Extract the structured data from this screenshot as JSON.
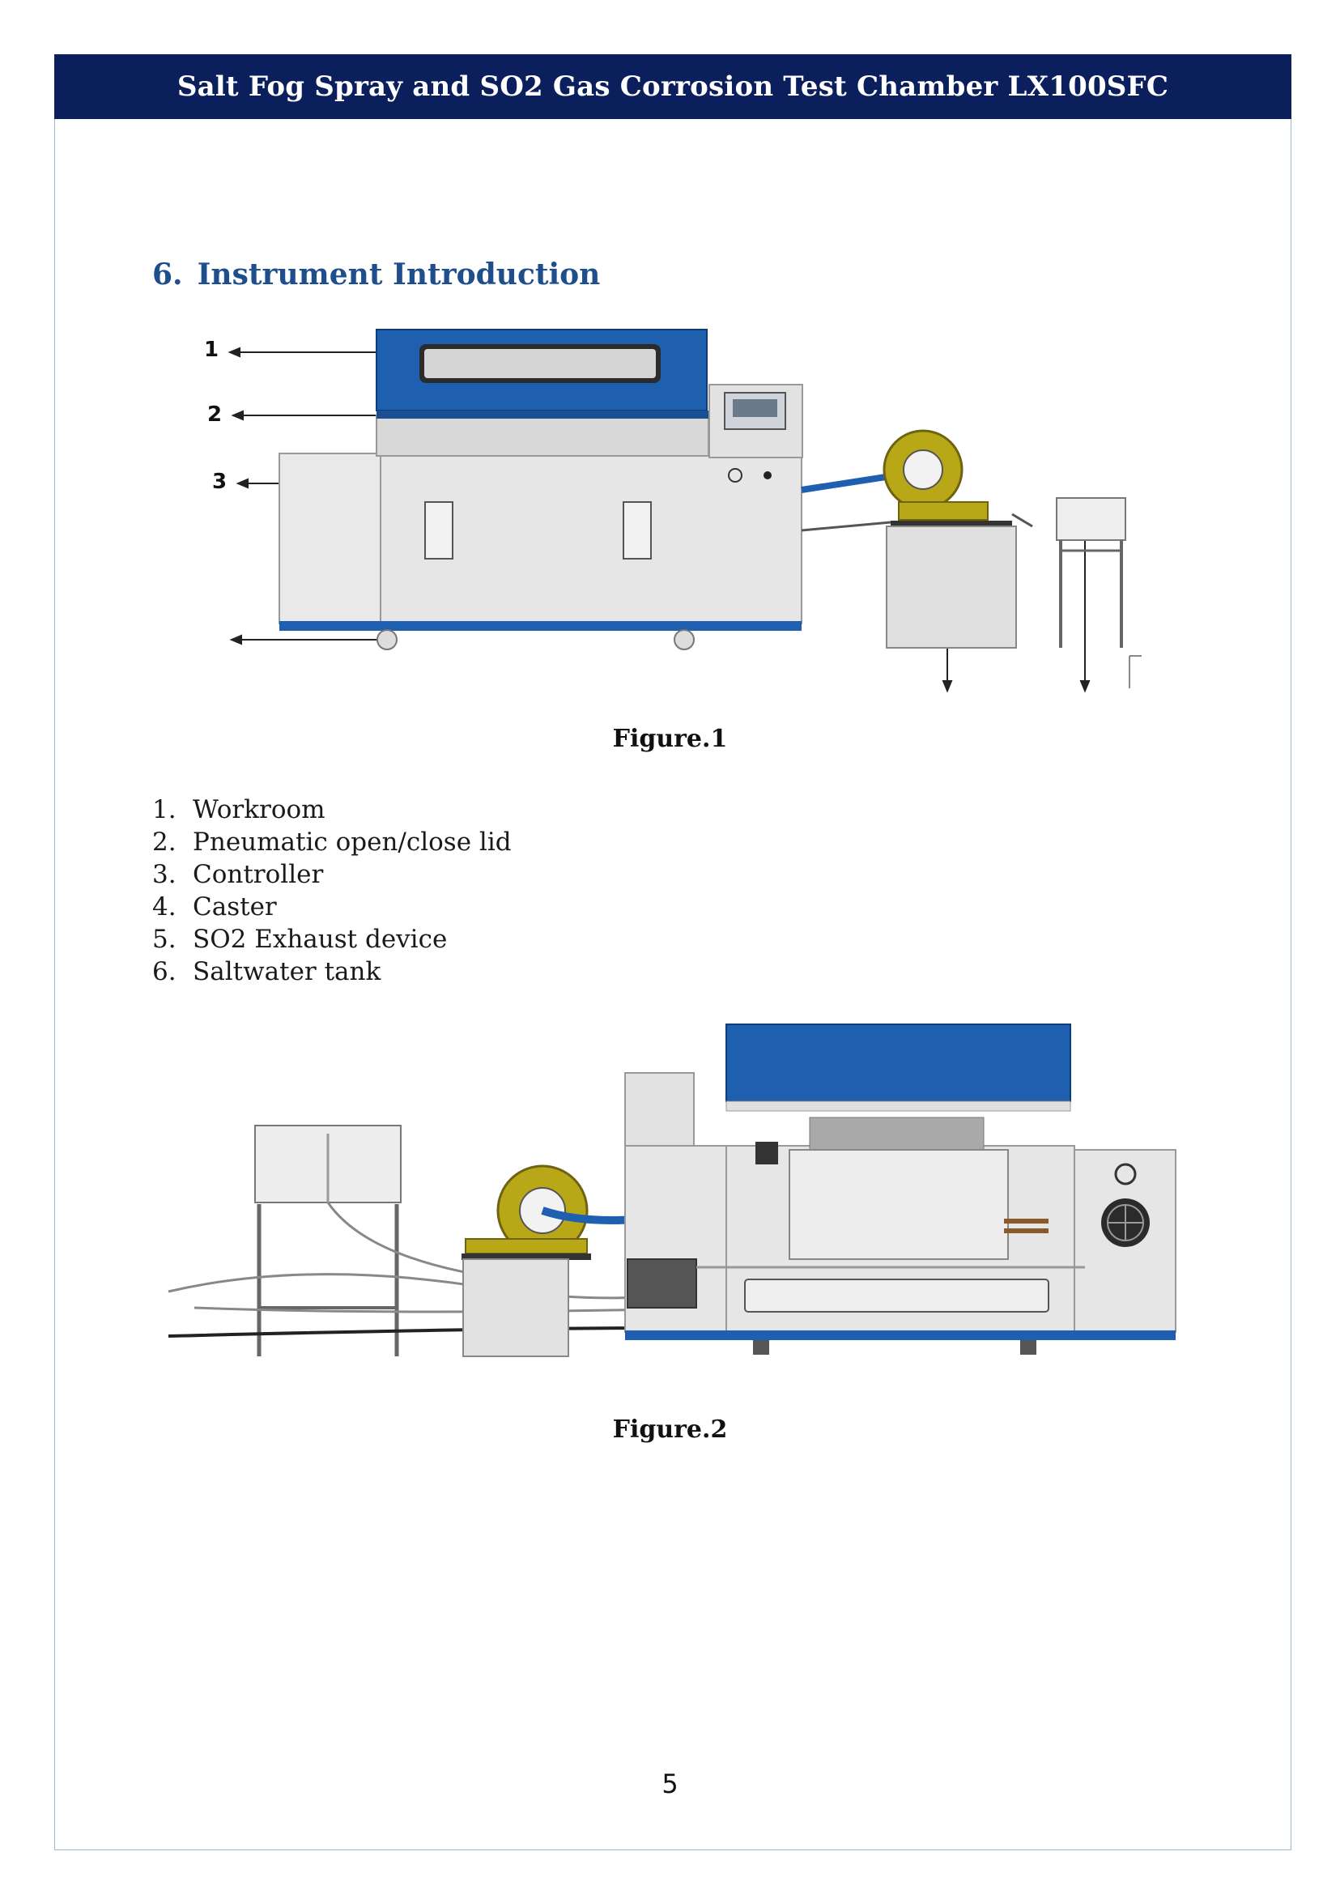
{
  "header": {
    "title": "Salt Fog Spray and SO2 Gas Corrosion Test Chamber LX100SFC",
    "band_color": "#0b1f5c"
  },
  "section": {
    "number": "6.",
    "title": "Instrument Introduction",
    "color": "#1f4e8c"
  },
  "figure1": {
    "caption": "Figure.1",
    "callouts": [
      "1",
      "2",
      "3"
    ]
  },
  "legend": [
    {
      "num": "1.",
      "label": "Workroom"
    },
    {
      "num": "2.",
      "label": "Pneumatic open/close lid"
    },
    {
      "num": "3.",
      "label": "Controller"
    },
    {
      "num": "4.",
      "label": "Caster"
    },
    {
      "num": "5.",
      "label": "SO2 Exhaust device"
    },
    {
      "num": "6.",
      "label": "Saltwater tank"
    }
  ],
  "figure2": {
    "caption": "Figure.2"
  },
  "footer": {
    "page_number": "5"
  },
  "colors": {
    "chamber_blue": "#1e5fb0",
    "body_grey": "#e6e6e6",
    "blower_yellow": "#b8a818"
  }
}
